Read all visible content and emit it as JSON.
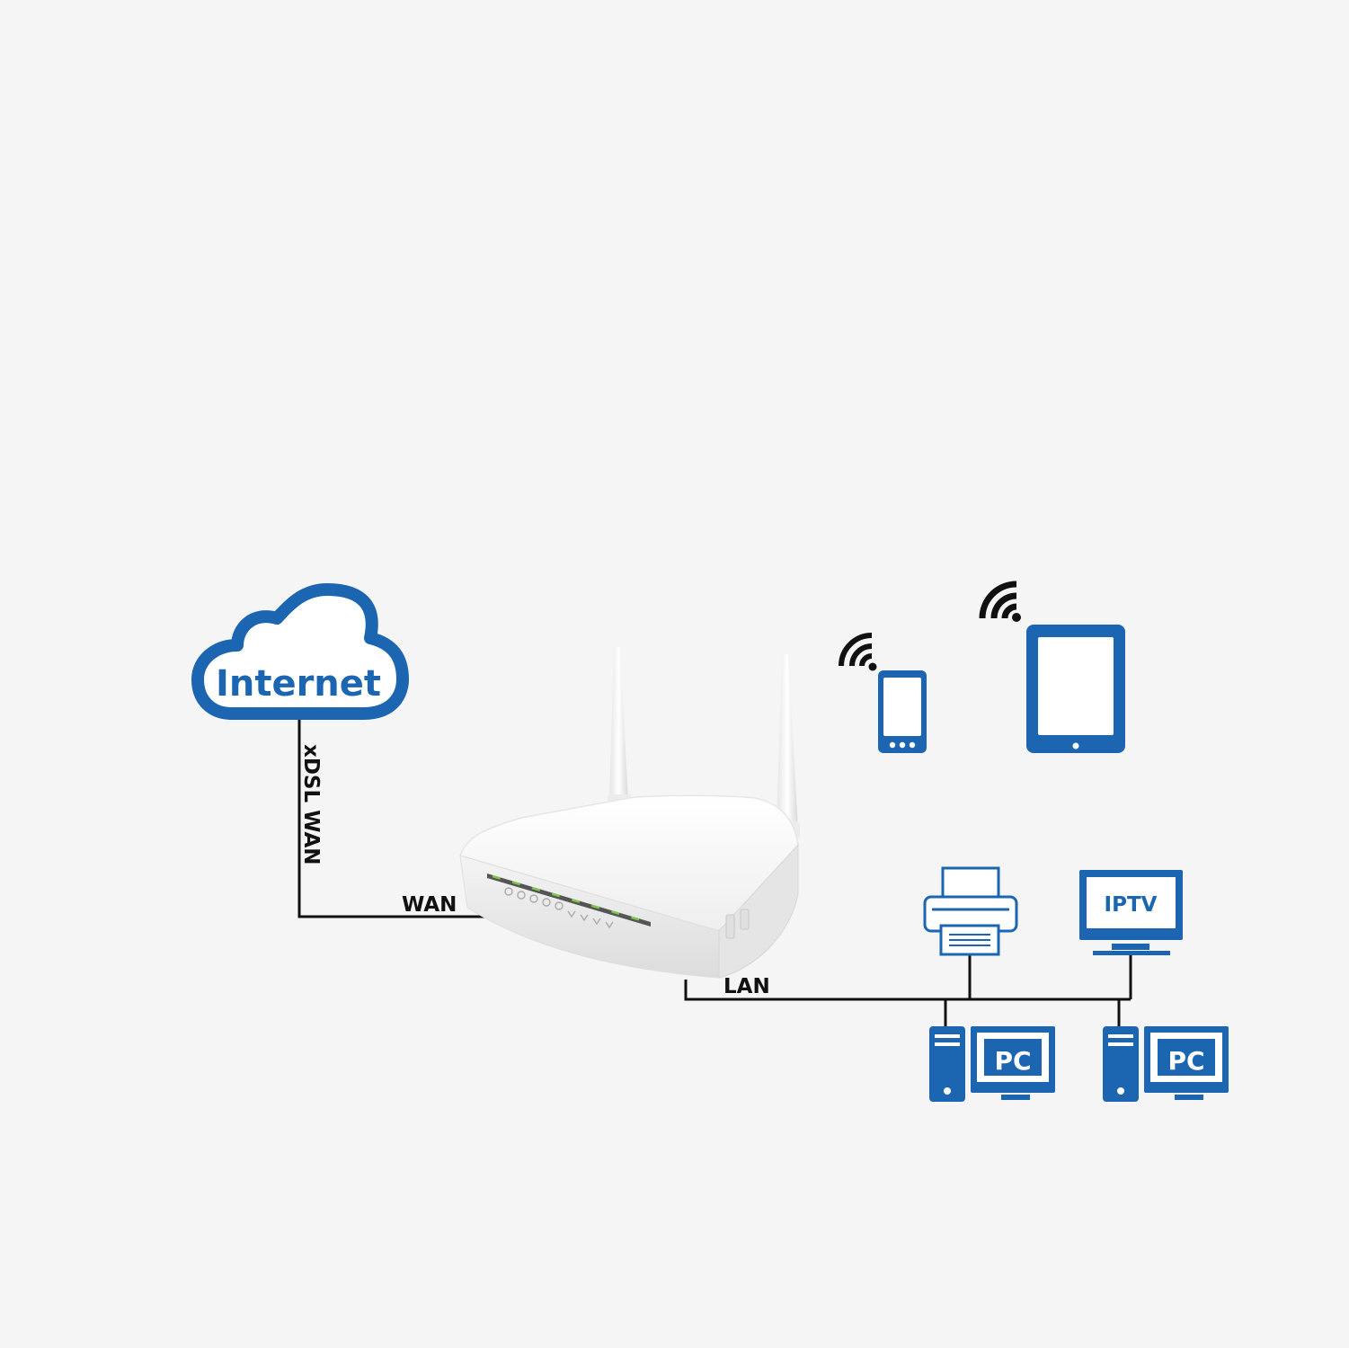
{
  "colors": {
    "background": "#f5f5f5",
    "accent_blue": "#1c65b1",
    "line": "#111111",
    "router_body": "#ffffff",
    "router_led": "#7ec64a"
  },
  "cloud": {
    "label": "Internet",
    "icon": "cloud-icon"
  },
  "links": {
    "xdsl_label": "xDSL WAN",
    "wan_label": "WAN",
    "lan_label": "LAN"
  },
  "devices": {
    "router": {
      "icon": "wireless-router-icon"
    },
    "phone": {
      "icon": "smartphone-icon",
      "signal_icon": "wifi-signal-icon"
    },
    "tablet": {
      "icon": "tablet-icon",
      "signal_icon": "wifi-signal-icon"
    },
    "printer": {
      "icon": "printer-icon"
    },
    "iptv": {
      "label": "IPTV",
      "icon": "iptv-monitor-icon"
    },
    "pcs": [
      {
        "label": "PC",
        "icon": "desktop-pc-icon"
      },
      {
        "label": "PC",
        "icon": "desktop-pc-icon"
      }
    ]
  }
}
